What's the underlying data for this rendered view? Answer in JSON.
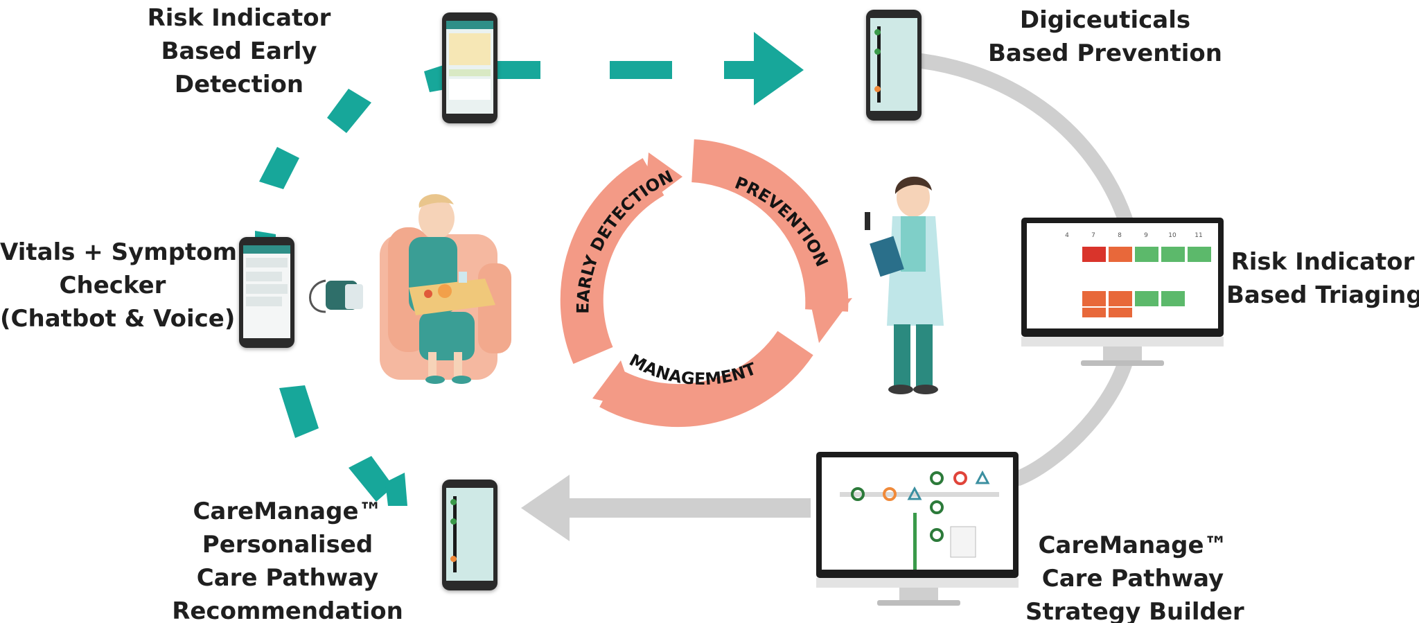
{
  "labels": {
    "early_detection": [
      "Risk Indicator",
      "Based Early",
      "Detection"
    ],
    "prevention": [
      "Digiceuticals",
      "Based Prevention"
    ],
    "vitals": [
      "Vitals + Symptom",
      "Checker",
      "(Chatbot & Voice)"
    ],
    "triaging": [
      "Risk Indicator",
      "Based Triaging"
    ],
    "pathway_rec": [
      "CareManage™",
      "Personalised",
      "Care Pathway",
      "Recommendation"
    ],
    "strategy_builder": [
      "CareManage™",
      "Care Pathway",
      "Strategy Builder"
    ]
  },
  "cycle": {
    "early_detection": "EARLY DETECTION",
    "prevention": "PREVENTION",
    "management": "MANAGEMENT"
  },
  "colors": {
    "teal_arrow": "#17a79a",
    "gray_arrow": "#cfcfcf",
    "cycle_fill": "#f39a86",
    "cycle_text": "#141414",
    "text": "#1f1f1f",
    "red_cell": "#d9342b",
    "orange_cell": "#e8683a",
    "green_cell": "#5cb96b"
  },
  "icons": {
    "phone": "smartphone-icon",
    "monitor": "desktop-monitor-icon",
    "patient": "elderly-patient-illustration",
    "doctor": "doctor-illustration",
    "bp_monitor": "blood-pressure-monitor-icon"
  },
  "triage_screen": {
    "day_headers": [
      "4",
      "7",
      "8",
      "9",
      "10",
      "11"
    ]
  }
}
